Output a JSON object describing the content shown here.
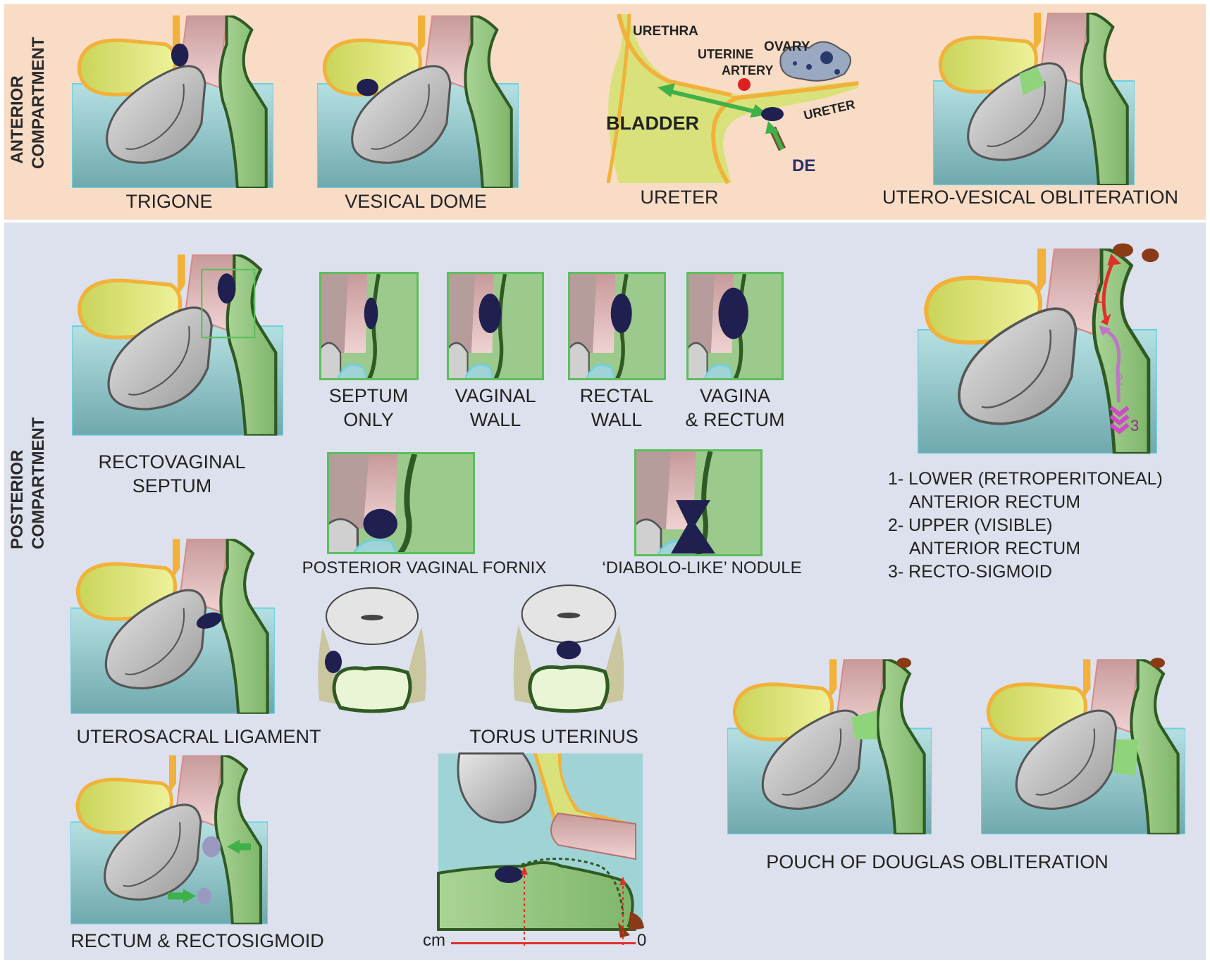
{
  "sections": {
    "anterior": "ANTERIOR COMPARTMENT",
    "posterior": "POSTERIOR COMPARTMENT"
  },
  "anterior_captions": {
    "trigone": "TRIGONE",
    "vesical_dome": "VESICAL DOME",
    "ureter": "URETER",
    "utero_vesical": "UTERO-VESICAL OBLITERATION"
  },
  "ureter_labels": {
    "urethra": "URETHRA",
    "uterine_artery_1": "UTERINE",
    "uterine_artery_2": "ARTERY",
    "ovary": "OVARY",
    "bladder": "BLADDER",
    "ureter": "URETER",
    "de": "DE"
  },
  "posterior_captions": {
    "rectovaginal_1": "RECTOVAGINAL",
    "rectovaginal_2": "SEPTUM",
    "septum_only_1": "SEPTUM",
    "septum_only_2": "ONLY",
    "vaginal_wall_1": "VAGINAL",
    "vaginal_wall_2": "WALL",
    "rectal_wall_1": "RECTAL",
    "rectal_wall_2": "WALL",
    "vagina_rectum_1": "VAGINA",
    "vagina_rectum_2": "& RECTUM",
    "posterior_fornix": "POSTERIOR VAGINAL FORNIX",
    "diabolo": "‘DIABOLO-LIKE’ NODULE",
    "uterosacral": "UTEROSACRAL LIGAMENT",
    "torus": "TORUS UTERINUS",
    "rectum_sigmoid": "RECTUM & RECTOSIGMOID",
    "pouch": "POUCH OF DOUGLAS OBLITERATION"
  },
  "rectum_legend": {
    "num1": "1",
    "num2": "2",
    "num3": "3",
    "line1": "1- LOWER (RETROPERITONEAL)",
    "line1b": "ANTERIOR RECTUM",
    "line2": "2- UPPER (VISIBLE)",
    "line2b": "ANTERIOR RECTUM",
    "line3": "3- RECTO-SIGMOID"
  },
  "scale": {
    "unit": "cm",
    "zero": "0"
  },
  "colors": {
    "anterior_bg": "#f9dcc6",
    "posterior_bg": "#dde1ed",
    "bladder": "#d9e27a",
    "bladder_outline": "#f2b13a",
    "uterus": "#b8b8b8",
    "vagina": "#d9a5a5",
    "rectum": "#9cc98c",
    "rectum_outline": "#2f5a23",
    "peritoneum": "#9fd3d5",
    "nodule": "#1f2050",
    "inset_border": "#5cbf5c",
    "arrow_green": "#3fb04a",
    "arrow_red": "#e0302a",
    "arrow_purple": "#c074c8"
  }
}
